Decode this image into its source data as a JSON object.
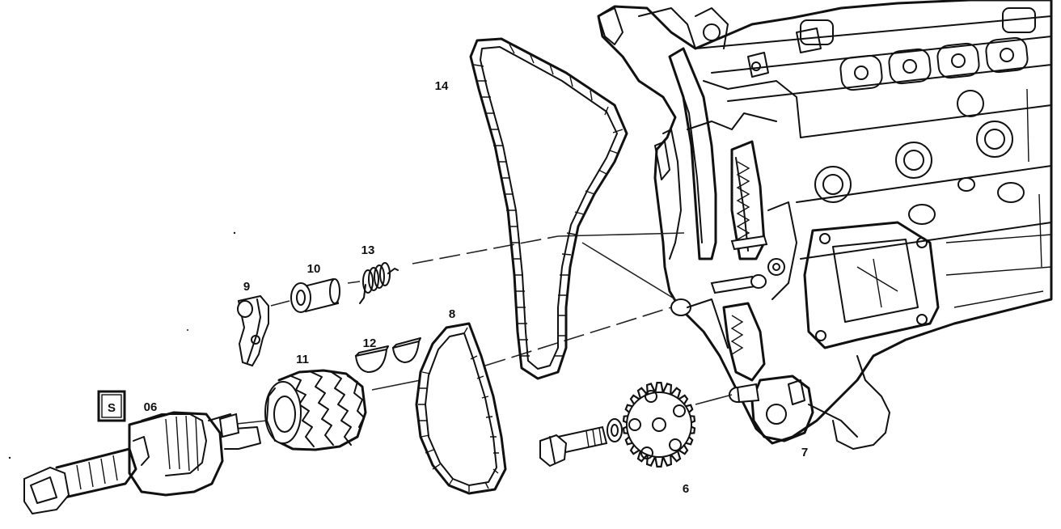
{
  "diagram": {
    "callouts": [
      {
        "id": "14",
        "text": "14"
      },
      {
        "id": "13",
        "text": "13"
      },
      {
        "id": "10",
        "text": "10"
      },
      {
        "id": "9",
        "text": "9"
      },
      {
        "id": "12",
        "text": "12"
      },
      {
        "id": "11",
        "text": "11"
      },
      {
        "id": "8",
        "text": "8"
      },
      {
        "id": "06",
        "text": "06"
      },
      {
        "id": "6",
        "text": "6"
      },
      {
        "id": "7",
        "text": "7"
      }
    ],
    "tool_symbol": {
      "glyph": "S",
      "icon": "special-tool-icon"
    }
  }
}
